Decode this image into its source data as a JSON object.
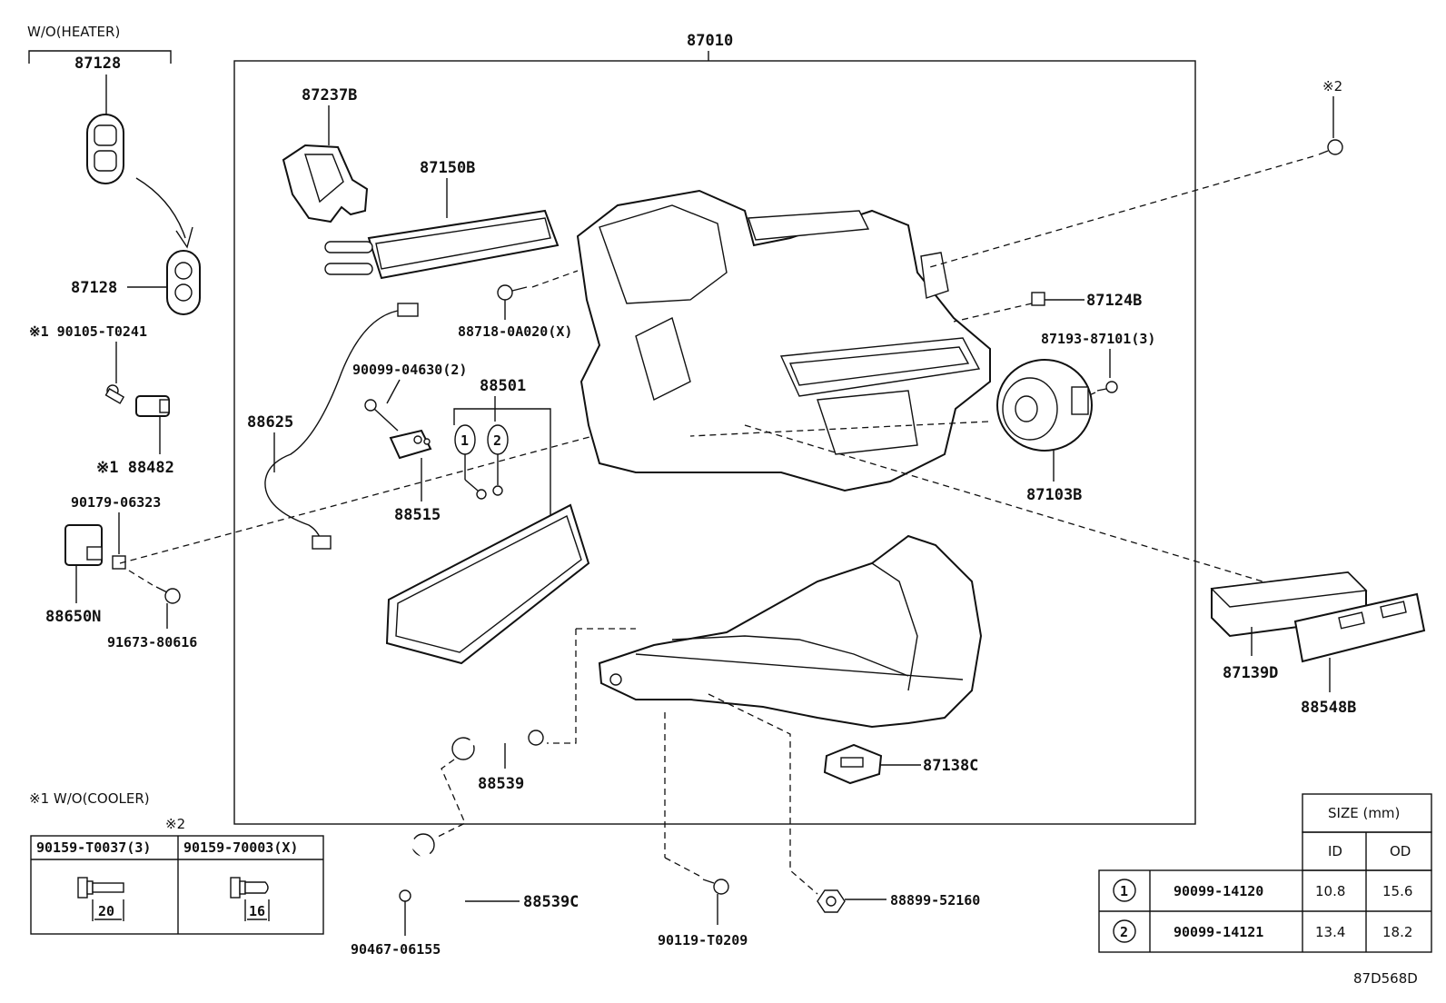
{
  "labels": {
    "wo_heater": "W/O(HEATER)",
    "p87128_top": "87128",
    "p87128_mid": "87128",
    "note1_bolt": "※1 90105-T0241",
    "note1_88482": "※1 88482",
    "p90179": "90179-06323",
    "p88650n": "88650N",
    "p91673": "91673-80616",
    "p87010": "87010",
    "p87237b": "87237B",
    "p87150b": "87150B",
    "p88718": "88718-0A020(X)",
    "p90099_04630": "90099-04630(2)",
    "p88501": "88501",
    "p88625": "88625",
    "p88515": "88515",
    "circle1": "1",
    "circle2": "2",
    "p87124b": "87124B",
    "p87193": "87193-87101(3)",
    "p87103b": "87103B",
    "p87139d": "87139D",
    "p88548b": "88548B",
    "p87138c": "87138C",
    "p88539": "88539",
    "p88539c": "88539C",
    "p90467": "90467-06155",
    "p90119": "90119-T0209",
    "p88899": "88899-52160",
    "note2_top": "※2",
    "ref_code": "87D568D"
  },
  "bolt_table": {
    "caption": "※1 W/O(COOLER)",
    "note2": "※2",
    "col1_header": "90159-T0037(3)",
    "col2_header": "90159-70003(X)",
    "col1_dim": "20",
    "col2_dim": "16"
  },
  "size_table": {
    "header": "SIZE (mm)",
    "id_label": "ID",
    "od_label": "OD",
    "rows": [
      {
        "mark": "1",
        "part": "90099-14120",
        "id": "10.8",
        "od": "15.6"
      },
      {
        "mark": "2",
        "part": "90099-14121",
        "id": "13.4",
        "od": "18.2"
      }
    ]
  }
}
